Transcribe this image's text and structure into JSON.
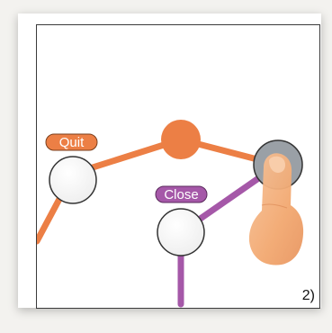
{
  "menu": {
    "quit_label": "Quit",
    "close_label": "Close"
  },
  "step_label": "2)",
  "colors": {
    "orange": "#ec7f45",
    "purple": "#a558a8",
    "highlight_gray": "#9aa0a6",
    "finger": "#f2b07a"
  },
  "icons": [
    "finger-icon"
  ]
}
